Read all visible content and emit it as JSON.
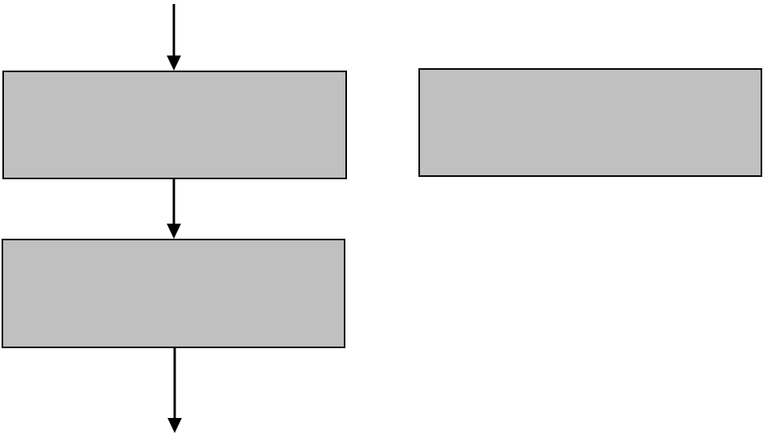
{
  "diagram": {
    "background_color": "#ffffff",
    "box_fill_color": "#c0c0c0",
    "stroke_color": "#000000",
    "boxes": [
      {
        "id": "box-top-left",
        "label": ""
      },
      {
        "id": "box-middle-left",
        "label": ""
      },
      {
        "id": "box-top-right",
        "label": ""
      }
    ],
    "arrows": [
      {
        "id": "arrow-entry",
        "from": "",
        "to": "box-top-left"
      },
      {
        "id": "arrow-top-to-middle",
        "from": "box-top-left",
        "to": "box-middle-left"
      },
      {
        "id": "arrow-exit",
        "from": "box-middle-left",
        "to": ""
      }
    ]
  }
}
